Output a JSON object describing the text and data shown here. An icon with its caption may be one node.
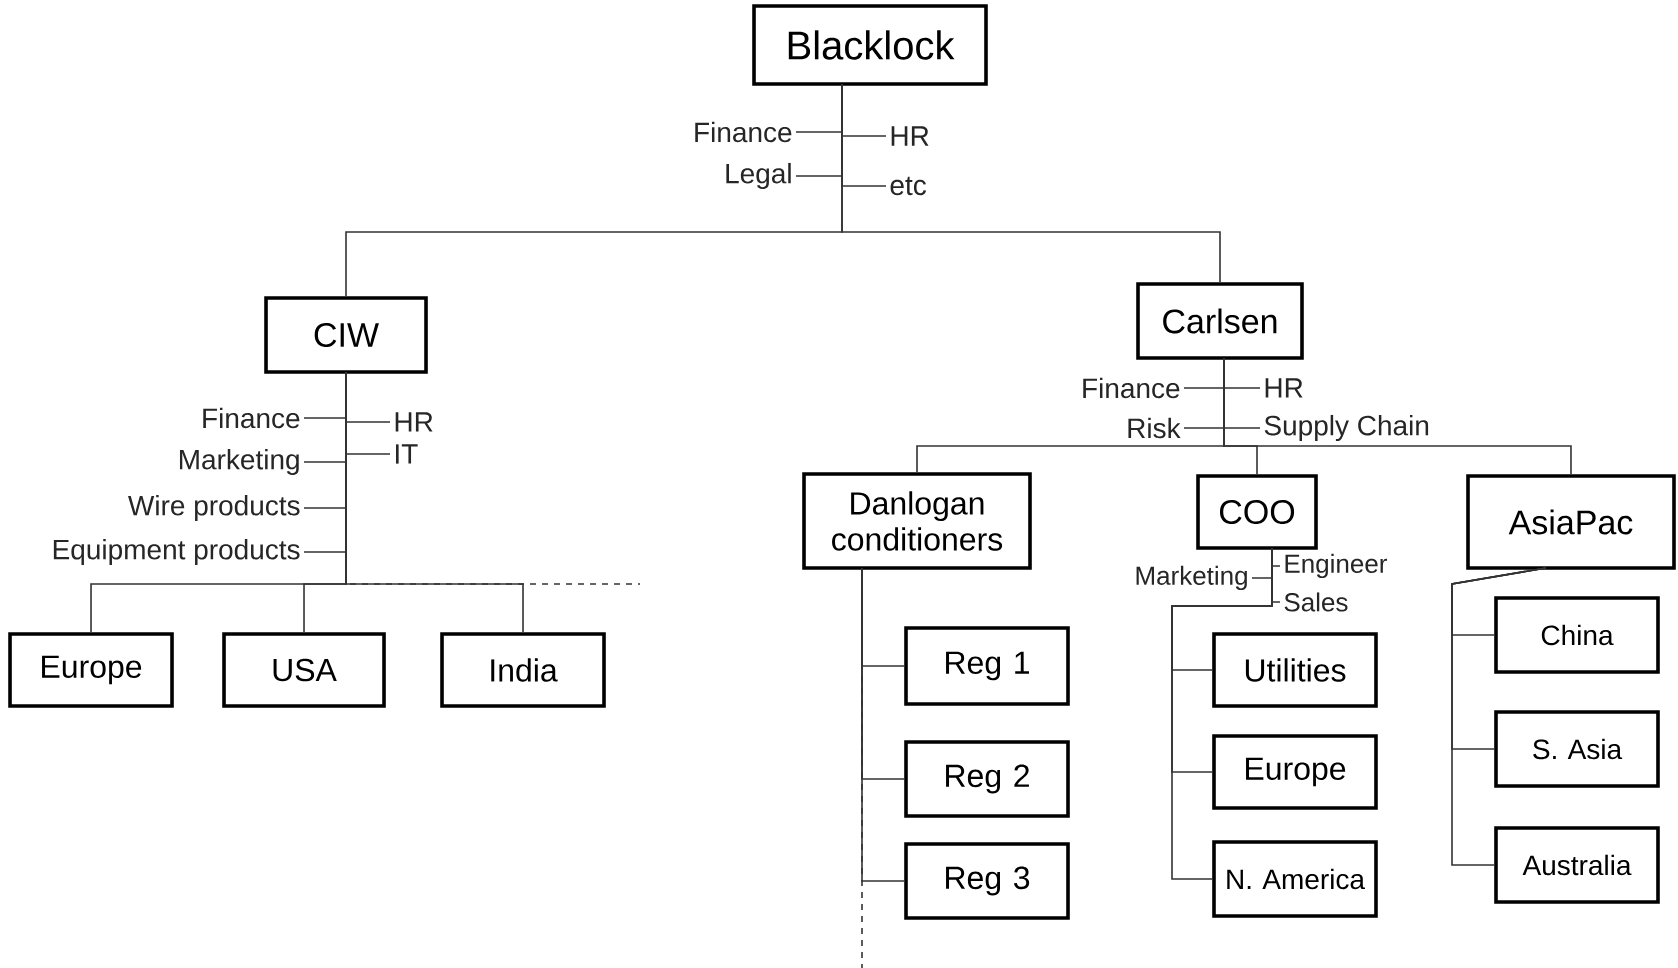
{
  "diagram": {
    "nodes": [
      {
        "text": [
          "Blacklock"
        ]
      },
      {
        "text": [
          "Finance"
        ]
      },
      {
        "text": [
          "HR"
        ]
      },
      {
        "text": [
          "Legal"
        ]
      },
      {
        "text": [
          "etc"
        ]
      },
      {
        "text": [
          "CIW"
        ]
      },
      {
        "text": [
          "Carlsen"
        ]
      },
      {
        "text": [
          "Finance"
        ]
      },
      {
        "text": [
          "HR"
        ]
      },
      {
        "text": [
          "Marketing"
        ]
      },
      {
        "text": [
          "IT"
        ]
      },
      {
        "text": [
          "Wire products"
        ]
      },
      {
        "text": [
          "Equipment products"
        ]
      },
      {
        "text": [
          "Europe"
        ]
      },
      {
        "text": [
          "USA"
        ]
      },
      {
        "text": [
          "India"
        ]
      },
      {
        "text": [
          "Finance"
        ]
      },
      {
        "text": [
          "HR"
        ]
      },
      {
        "text": [
          "Risk"
        ]
      },
      {
        "text": [
          "Supply Chain"
        ]
      },
      {
        "text": [
          "Danlogan conditioners"
        ]
      },
      {
        "text": [
          "COO"
        ]
      },
      {
        "text": [
          "AsiaPac"
        ]
      },
      {
        "text": [
          "Marketing"
        ]
      },
      {
        "text": [
          "Engineer"
        ]
      },
      {
        "text": [
          "Sales"
        ]
      },
      {
        "text": [
          "Reg 1"
        ]
      },
      {
        "text": [
          "Reg 2"
        ]
      },
      {
        "text": [
          "Reg 3"
        ]
      },
      {
        "text": [
          "Utilities"
        ]
      },
      {
        "text": [
          "Europe"
        ]
      },
      {
        "text": [
          "N. America"
        ]
      },
      {
        "text": [
          "China"
        ]
      },
      {
        "text": [
          "S. Asia"
        ]
      },
      {
        "text": [
          "Australia"
        ]
      }
    ],
    "edges": [
      {
        "from": 5,
        "to": null,
        "arrow": "none",
        "style": "dashed"
      },
      {
        "from": 20,
        "to": null,
        "arrow": "none",
        "style": "dashed"
      },
      {
        "from": 0,
        "to": 1,
        "arrow": "none"
      },
      {
        "from": 0,
        "to": 2,
        "arrow": "none"
      },
      {
        "from": 0,
        "to": 3,
        "arrow": "none"
      },
      {
        "from": 0,
        "to": 4,
        "arrow": "none"
      },
      {
        "from": 0,
        "to": 5,
        "arrow": "none"
      },
      {
        "from": 0,
        "to": 6,
        "arrow": "none"
      },
      {
        "from": 5,
        "to": 7,
        "arrow": "none"
      },
      {
        "from": 5,
        "to": 8,
        "arrow": "none"
      },
      {
        "from": 5,
        "to": 9,
        "arrow": "none"
      },
      {
        "from": 5,
        "to": 10,
        "arrow": "none"
      },
      {
        "from": 5,
        "to": 11,
        "arrow": "none"
      },
      {
        "from": 5,
        "to": 12,
        "arrow": "none"
      },
      {
        "from": 5,
        "to": 13,
        "arrow": "none"
      },
      {
        "from": 5,
        "to": 14,
        "arrow": "none"
      },
      {
        "from": 5,
        "to": 15,
        "arrow": "none"
      },
      {
        "from": 6,
        "to": 16,
        "arrow": "none"
      },
      {
        "from": 6,
        "to": 17,
        "arrow": "none"
      },
      {
        "from": 6,
        "to": 18,
        "arrow": "none"
      },
      {
        "from": 6,
        "to": 19,
        "arrow": "none"
      },
      {
        "from": 6,
        "to": 20,
        "arrow": "none"
      },
      {
        "from": 6,
        "to": 21,
        "arrow": "none"
      },
      {
        "from": 6,
        "to": 22,
        "arrow": "none"
      },
      {
        "from": 21,
        "to": 23,
        "arrow": "none"
      },
      {
        "from": 21,
        "to": 24,
        "arrow": "none"
      },
      {
        "from": 21,
        "to": 25,
        "arrow": "none"
      },
      {
        "from": 20,
        "to": 26,
        "arrow": "none"
      },
      {
        "from": 20,
        "to": 27,
        "arrow": "none"
      },
      {
        "from": 20,
        "to": 28,
        "arrow": "none"
      },
      {
        "from": 21,
        "to": 29,
        "arrow": "none"
      },
      {
        "from": 21,
        "to": 30,
        "arrow": "none"
      },
      {
        "from": 21,
        "to": 31,
        "arrow": "none"
      },
      {
        "from": 22,
        "to": 32,
        "arrow": "none"
      },
      {
        "from": 22,
        "to": 33,
        "arrow": "none"
      },
      {
        "from": 22,
        "to": 34,
        "arrow": "none"
      }
    ]
  }
}
